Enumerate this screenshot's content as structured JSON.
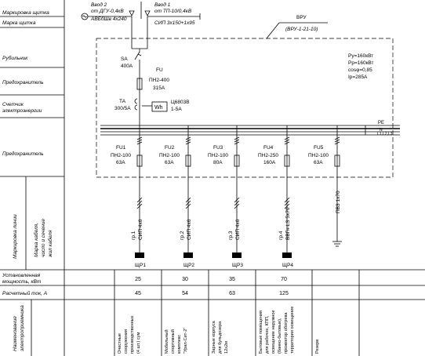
{
  "left_labels": {
    "shield_marking": "Маркировка щитка",
    "shield_brand": "Марка щитка",
    "switch": "Рубильник",
    "fuse": "Предохранитель",
    "meter_line1": "Счетчик",
    "meter_line2": "электроэнергии",
    "fuse2": "Предохранитель",
    "line_marking": "Маркировка линии",
    "cable_line1": "Марка кабеля,",
    "cable_line2": "число и сечение",
    "cable_line3": "жил кабеля",
    "installed_power_line1": "Установленная",
    "installed_power_line2": "мощность, кВт",
    "rated_current": "Расчетный   ток, А",
    "consumer_name_line1": "Наименование",
    "consumer_name_line2": "электроприемника"
  },
  "inputs": [
    {
      "title": "Ввод 2",
      "from": "от ДГУ-0,4кВ",
      "cable": "АВБбШв 4х240"
    },
    {
      "title": "Ввод 1",
      "from": "от ТП-10/0,4кВ",
      "cable": "СИП 3х150+1х95"
    }
  ],
  "vru": {
    "label": "ВРУ",
    "code": "(ВРУ-1-21-10)"
  },
  "switch": {
    "label": "SA",
    "rating": "400А"
  },
  "main_fuse": {
    "label": "FU",
    "type": "ПН2-400",
    "rating": "315А"
  },
  "ct": {
    "label": "ТА",
    "ratio": "300/5А"
  },
  "meter": {
    "symbol": "Wh",
    "model": "Ц6803В",
    "range": "1-5А"
  },
  "params": [
    "Ру=160кВт",
    "Рр=160кВт",
    "cosφ=0,85",
    "Ip=285А"
  ],
  "bus": {
    "pe": "PE",
    "n": "N",
    "phases": "L1,L2,L3"
  },
  "feeders": [
    {
      "fu": "FU1",
      "type": "ПН2-100",
      "rating": "63А",
      "group": "гр.1",
      "cable": "СИП 4х6",
      "panel": "ЩР1",
      "power": "25",
      "current": "45",
      "name": [
        "Очистные",
        "сооружения",
        "производственных",
        "(4 шт.) сум"
      ]
    },
    {
      "fu": "FU2",
      "type": "ПН2-100",
      "rating": "63А",
      "group": "гр.2",
      "cable": "СИП 4х6",
      "panel": "ЩР2",
      "power": "30",
      "current": "54",
      "name": [
        "Мобильный",
        "спортивный",
        "комплекс",
        "\"Урал-Сит-2\""
      ]
    },
    {
      "fu": "FU3",
      "type": "ПН2-100",
      "rating": "80А",
      "group": "гр.3",
      "cable": "СИП 4х6",
      "panel": "ЩР3",
      "power": "35",
      "current": "63",
      "name": [
        "Зарные корпуса",
        "для бульдозера",
        "12х2м"
      ]
    },
    {
      "fu": "FU4",
      "type": "ПН2-250",
      "rating": "160А",
      "group": "гр.4",
      "cable": "ВВГн-LS  5х70",
      "panel": "ЩР4",
      "power": "70",
      "current": "125",
      "name": [
        "Бытовые помещения",
        "для рабочих, КПП,",
        "освещение наружное",
        "(банно-бытовые),",
        "прожектор обогрева",
        "территории освещение"
      ]
    },
    {
      "fu": "FU5",
      "type": "ПН2-100",
      "rating": "63А",
      "group": "",
      "cable": "ПВЗ  1х70",
      "panel": "",
      "power": "",
      "current": "",
      "name": [
        "Резерв"
      ]
    }
  ]
}
